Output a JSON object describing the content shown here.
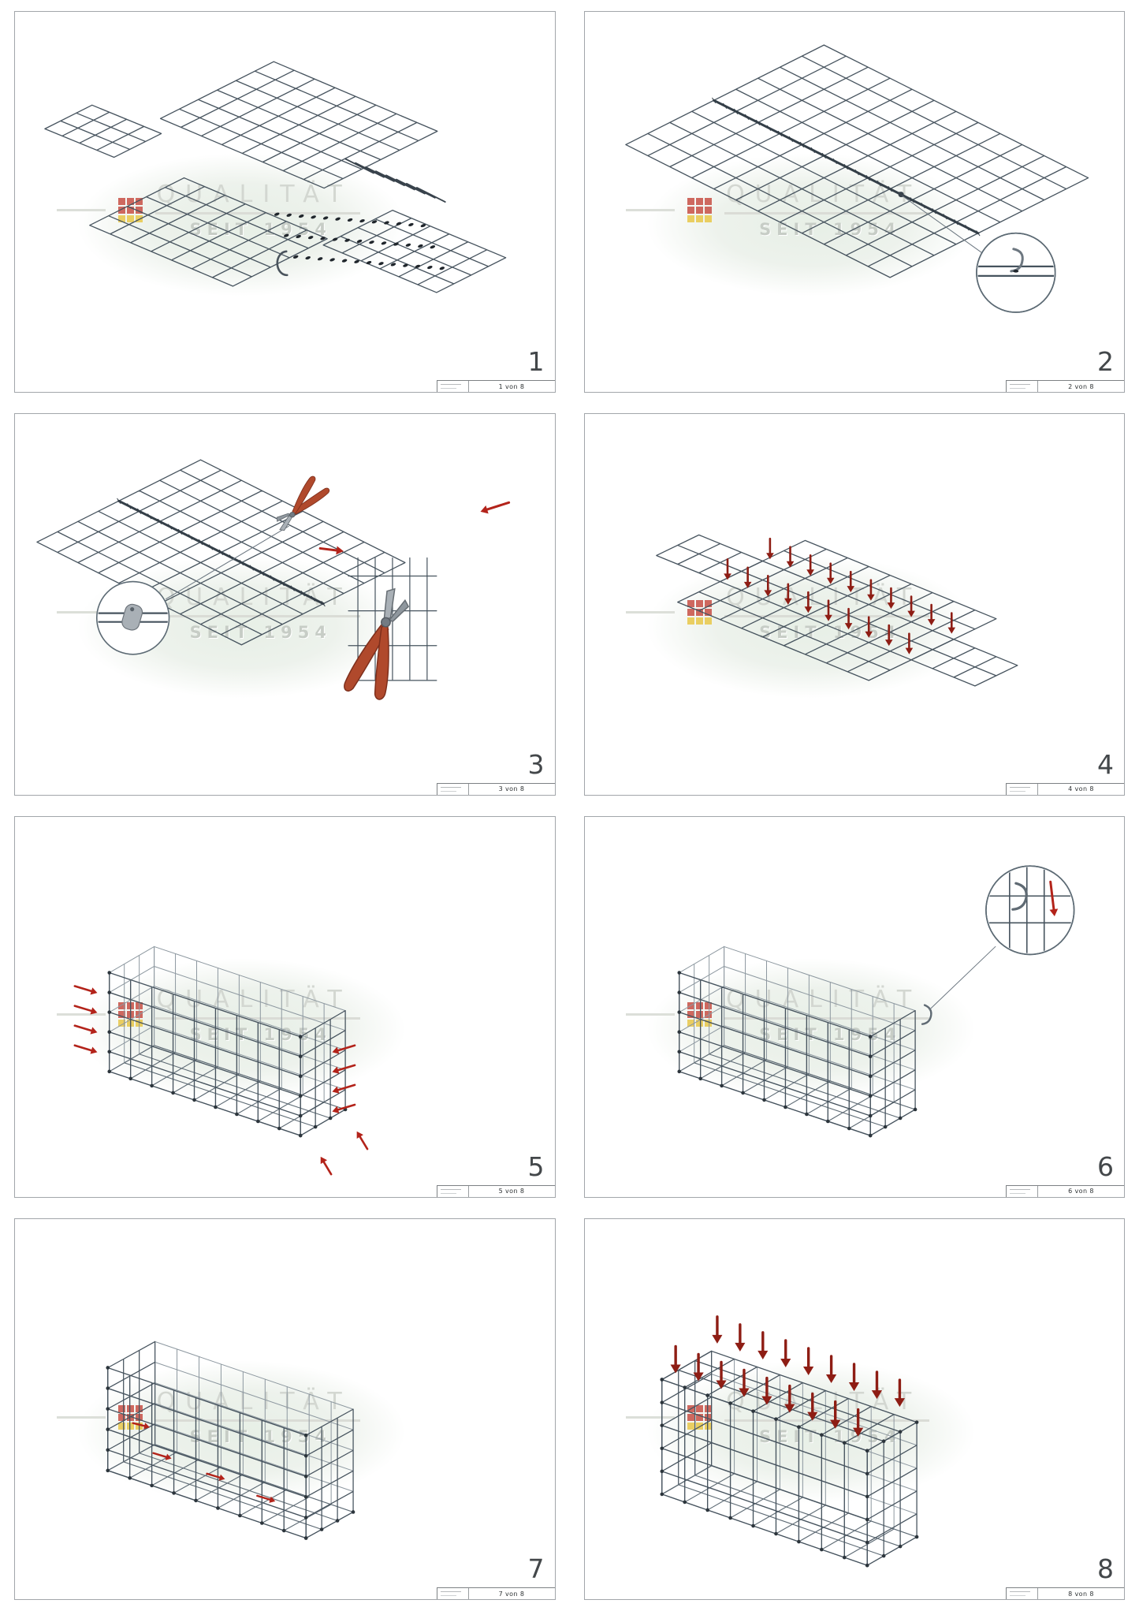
{
  "watermark": {
    "brand": "QUALITÄT",
    "since": "SEIT 1954"
  },
  "steps": [
    {
      "num": "1",
      "caption": "1 von 8",
      "illustration": "mesh-parts-overview"
    },
    {
      "num": "2",
      "caption": "2 von 8",
      "illustration": "panels-joined-with-spiral"
    },
    {
      "num": "3",
      "caption": "3 von 8",
      "illustration": "fasten-clips-with-pliers"
    },
    {
      "num": "4",
      "caption": "4 von 8",
      "illustration": "fold-lines-cross-layout"
    },
    {
      "num": "5",
      "caption": "5 von 8",
      "illustration": "raise-side-walls"
    },
    {
      "num": "6",
      "caption": "6 von 8",
      "illustration": "insert-c-hooks"
    },
    {
      "num": "7",
      "caption": "7 von 8",
      "illustration": "secure-inner-seams"
    },
    {
      "num": "8",
      "caption": "8 von 8",
      "illustration": "close-lid"
    }
  ],
  "colors": {
    "mesh": "#46535e",
    "light": "#8d98a0",
    "joint": "#343f48",
    "red": "#b3231a",
    "darkred": "#8e1d14",
    "detail": "#5c6a74",
    "logo_red": "#c5453a",
    "logo_yellow": "#e8c53e",
    "watermark_text": "#d3d7d1",
    "watermark_since": "#c7cdc6"
  }
}
